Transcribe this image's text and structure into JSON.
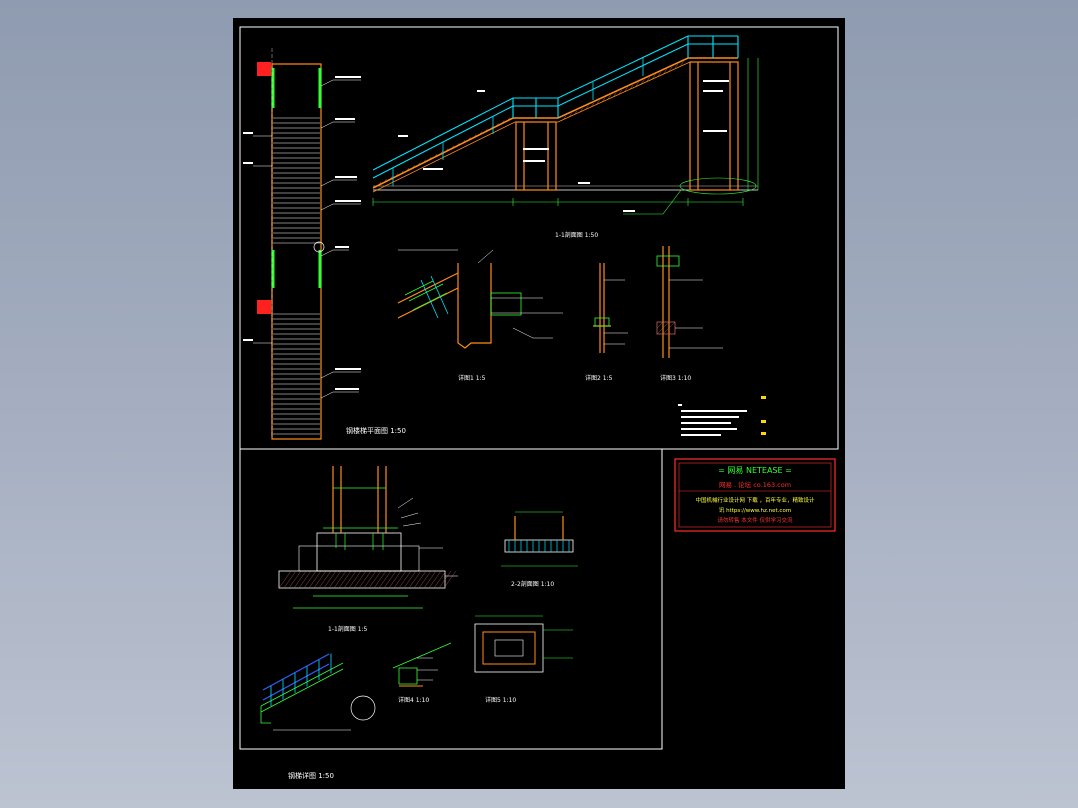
{
  "drawing": {
    "colors": {
      "background": "#000000",
      "frame": "#ffffff",
      "rail": "#00e5ff",
      "structure": "#ff8c1a",
      "dimension": "#33ff33",
      "annotation": "#ffffff",
      "highlight": "#ff2020",
      "hatch": "#c06060"
    },
    "title_block": {
      "line1": "= 网易 NETEASE =",
      "line2": "网易 . 论坛   co.163.com",
      "line3": "中国机械行业设计网 下载 ，百年专业，精致设计",
      "line4": "讯 https://www.hz.net.com",
      "line5": "请勿转售 本文件 仅供学习交流"
    },
    "view_labels": {
      "plan": "钢楼梯平面图  1:50",
      "elevation": "1-1剖面图  1:50",
      "detail1": "详图1  1:5",
      "detail2": "详图2  1:5",
      "detail3": "详图3  1:10",
      "base1": "1-1剖面图  1:5",
      "base2": "2-2剖面图  1:10",
      "base3": "详图4  1:10",
      "base4": "详图5  1:10",
      "sheet_title": "钢梯详图 1:50"
    }
  }
}
